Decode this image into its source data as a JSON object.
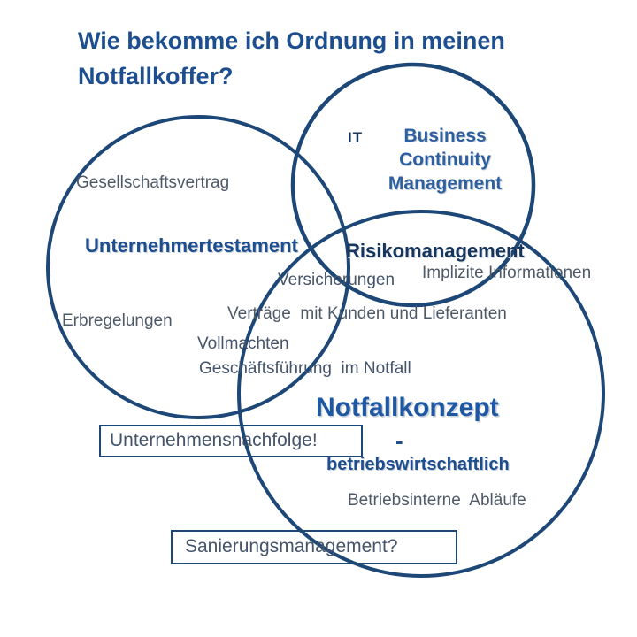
{
  "slide": {
    "title": "Wie bekomme ich Ordnung in meinen\nNotfallkoffer?"
  },
  "colors": {
    "title_blue": "#1d4e8f",
    "circle_stroke": "#1c4777",
    "bold_blue": "#2e5f9e",
    "dark_navy": "#17365d",
    "gray_text": "#4e5a68",
    "gray_blue_text": "#44546a",
    "background": "#ffffff"
  },
  "venn": {
    "circle_names": [
      "business-continuity-management",
      "unternehmertestament",
      "notfallkonzept"
    ],
    "labels": {
      "it": "IT",
      "bcm": "Business\nContinuity\nManagement",
      "gesellschaftsvertrag": "Gesellschaftsvertrag",
      "unternehmertestament": "Unternehmertestament",
      "risikomanagement": "Risikomanagement",
      "versicherungen": "Versicherungen",
      "implizite_informationen": "Implizite Informationen",
      "erbregelungen": "Erbregelungen",
      "vertraege": "Verträge  mit Kunden und Lieferanten",
      "vollmachten": "Vollmachten",
      "geschaeftsfuehrung": "Geschäftsführung  im Notfall",
      "notfallkonzept": "Notfallkonzept",
      "dash": "-",
      "betriebswirtschaftlich": "betriebswirtschaftlich",
      "betriebsinterne_ablaeufe": "Betriebsinterne  Abläufe"
    },
    "boxes": {
      "unternehmensnachfolge": "Unternehmensnachfolge!",
      "sanierungsmanagement": "Sanierungsmanagement?"
    }
  }
}
